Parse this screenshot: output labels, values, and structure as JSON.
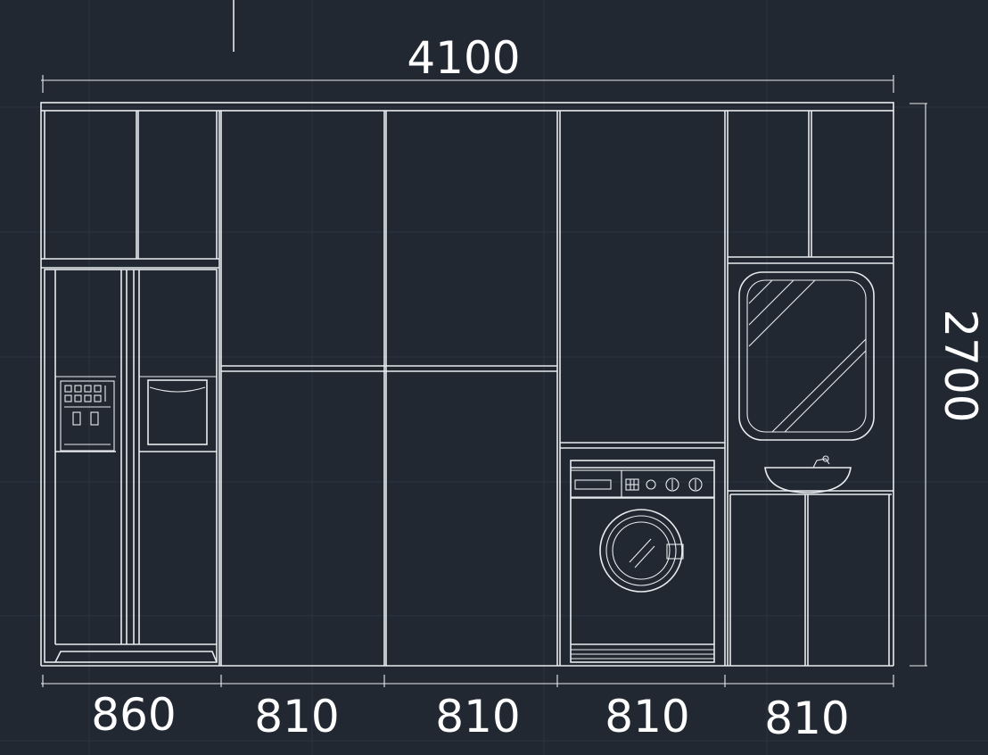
{
  "dimensions": {
    "overall_width": "4100",
    "overall_height": "2700",
    "bottom_segments": [
      "860",
      "810",
      "810",
      "810",
      "810"
    ]
  },
  "colors": {
    "background": "#212832",
    "line": "#e8ecef",
    "grid": "#2c3440",
    "text": "#ffffff"
  }
}
